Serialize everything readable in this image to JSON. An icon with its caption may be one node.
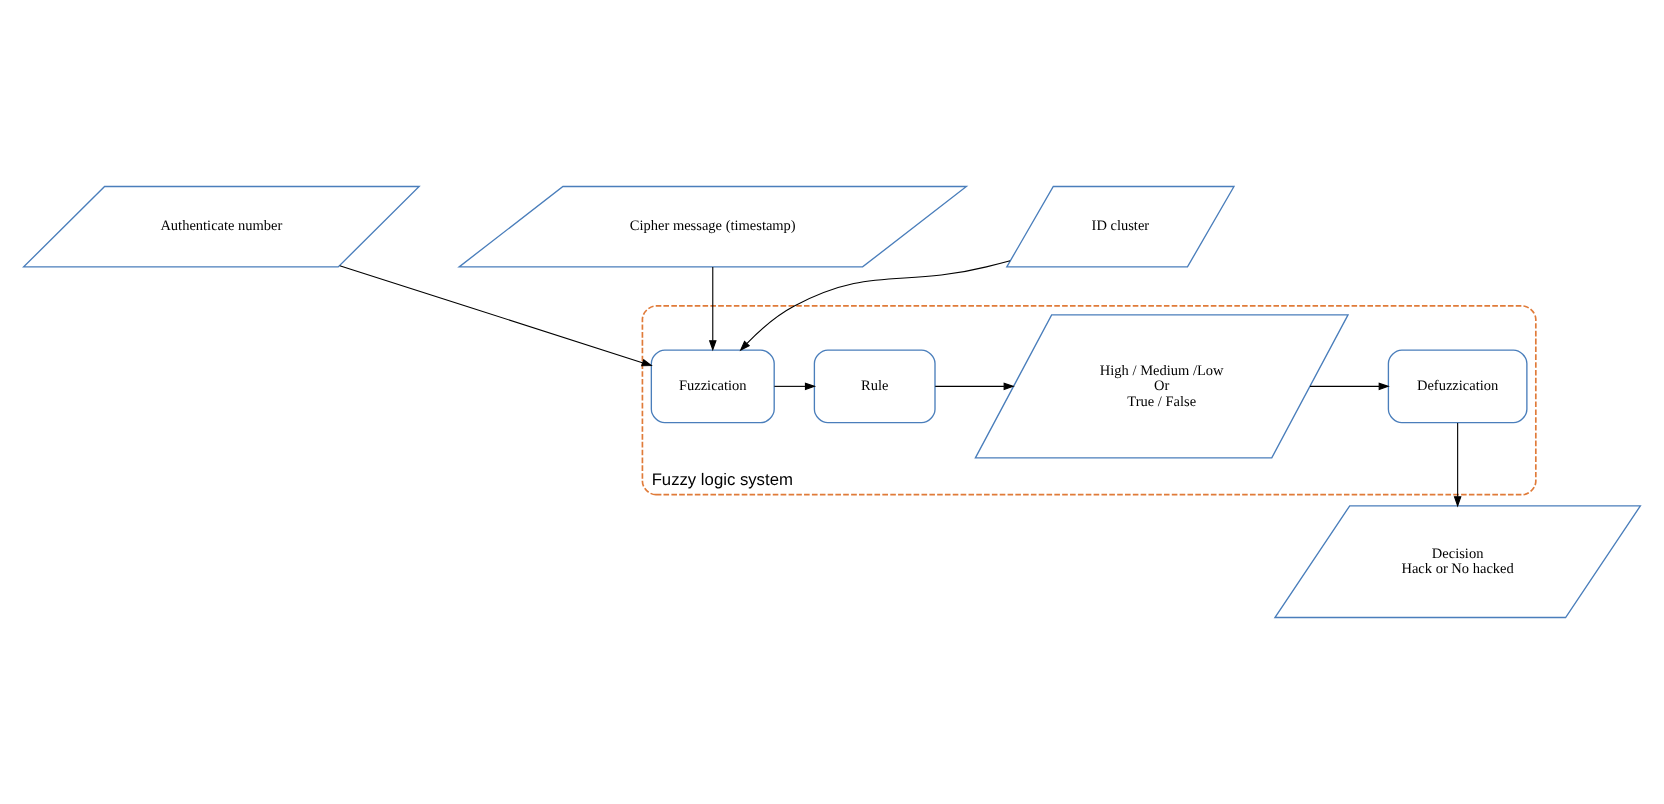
{
  "diagram": {
    "nodes": [
      {
        "text": [
          "Authenticate number"
        ]
      },
      {
        "text": [
          "Cipher message (timestamp)"
        ]
      },
      {
        "text": [
          "ID cluster"
        ]
      },
      {
        "text": [
          "Fuzzy logic system"
        ]
      },
      {
        "text": [
          "Fuzzication"
        ],
        "in": 3
      },
      {
        "text": [
          "Rule"
        ],
        "in": 3
      },
      {
        "text": [
          "High / Medium /Low",
          "Or",
          "True / False"
        ],
        "in": 3
      },
      {
        "text": [
          "Defuzzication"
        ],
        "in": 3
      },
      {
        "text": [
          "Decision",
          "Hack or No hacked"
        ]
      }
    ],
    "edges": [
      {
        "from": 0,
        "to": 4,
        "arrow": "to"
      },
      {
        "from": 1,
        "to": 4,
        "arrow": "to"
      },
      {
        "from": 2,
        "to": 4,
        "arrow": "to"
      },
      {
        "from": 4,
        "to": 5,
        "arrow": "to"
      },
      {
        "from": 5,
        "to": 6,
        "arrow": "to"
      },
      {
        "from": 6,
        "to": 7,
        "arrow": "to"
      },
      {
        "from": 7,
        "to": 8,
        "arrow": "to"
      }
    ]
  }
}
